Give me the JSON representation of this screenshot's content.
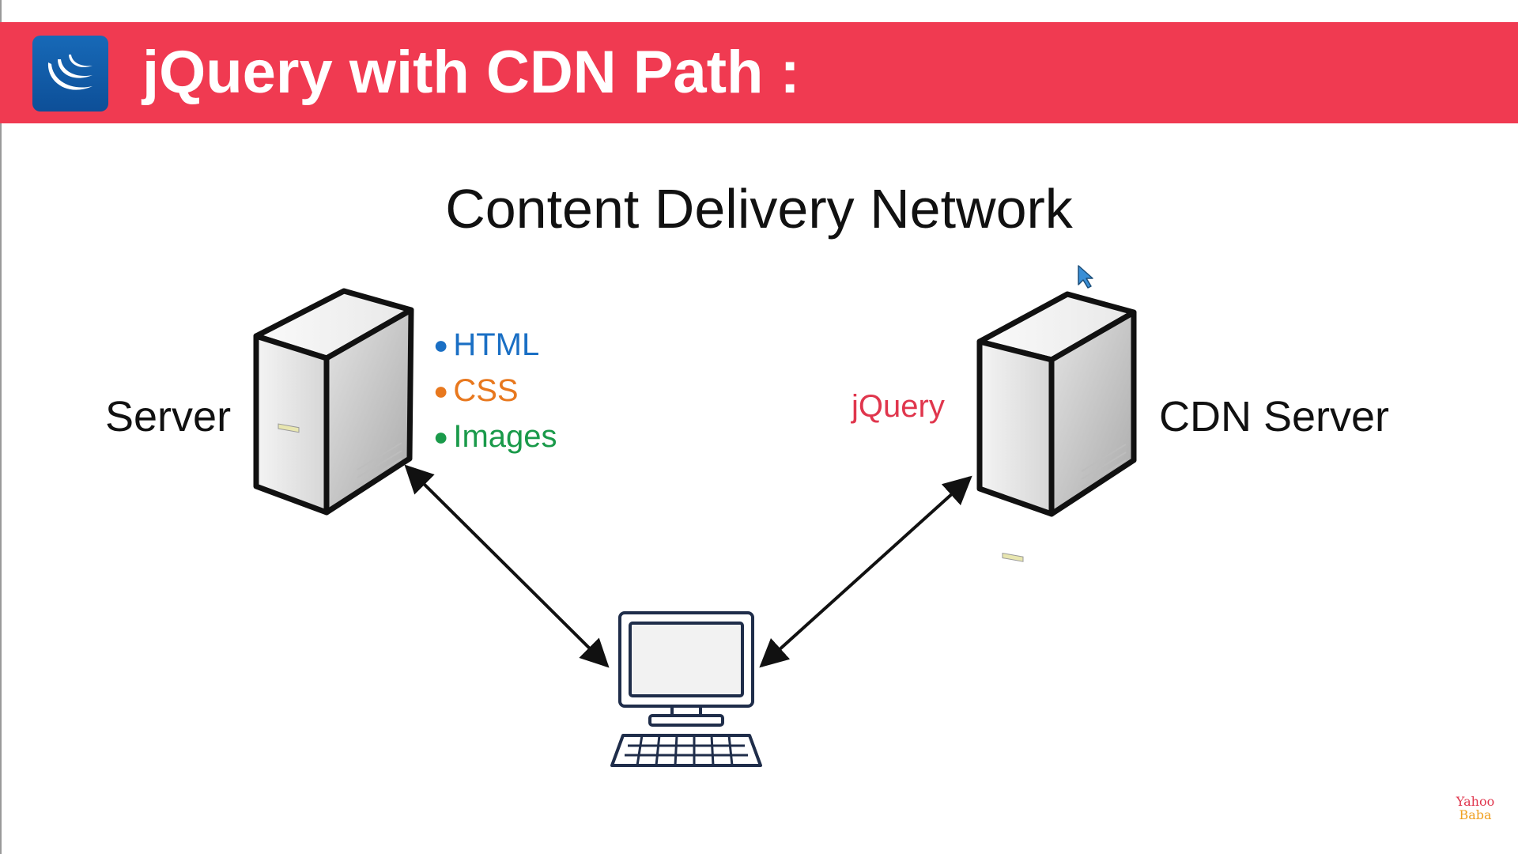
{
  "header": {
    "title": "jQuery with CDN Path :",
    "logo_icon": "jquery-logo-icon",
    "background": "#f03a51"
  },
  "diagram": {
    "title": "Content Delivery Network",
    "origin_server": {
      "label": "Server",
      "icon": "server-tower-icon",
      "assets": [
        {
          "text": "HTML",
          "color": "#1a6fc4"
        },
        {
          "text": "CSS",
          "color": "#e8781e"
        },
        {
          "text": "Images",
          "color": "#1a9a4a"
        }
      ]
    },
    "cdn_server": {
      "label": "CDN Server",
      "icon": "server-tower-icon",
      "asset": {
        "text": "jQuery",
        "color": "#e0364d"
      }
    },
    "client": {
      "icon": "desktop-computer-icon"
    },
    "connections": [
      {
        "from": "client",
        "to": "origin_server",
        "style": "double-arrow"
      },
      {
        "from": "client",
        "to": "cdn_server",
        "style": "double-arrow"
      }
    ]
  },
  "watermark": {
    "line1": "Yahoo",
    "line2": "Baba"
  }
}
